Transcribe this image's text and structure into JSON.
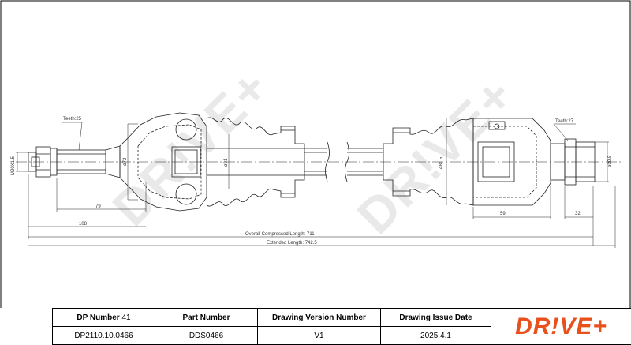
{
  "brand": {
    "logo_text": "DR!VE+",
    "accent_color": "#e8501c",
    "watermark_text": "DR!VE+"
  },
  "drawing": {
    "labels": {
      "thread_left": "M20X1.5",
      "teeth_left": "Teeth:25",
      "dia_shaft_left": "ø72",
      "dia_cv_left": "ø91",
      "dim_79": "79",
      "dim_108": "108",
      "overall_compressed": "Overall  Compressed  Length: 711",
      "extended": "Extended  Length: 742.5",
      "dia_boot_right": "ø81.5",
      "teeth_right": "Teeth:27",
      "dia_stub_right": "ø39.5",
      "dim_59": "59",
      "dim_32": "32"
    }
  },
  "title_block": {
    "headers": {
      "dp_number": "DP Number",
      "dp_number_suffix": "41",
      "part_number": "Part Number",
      "drawing_version": "Drawing Version Number",
      "issue_date": "Drawing Issue Date"
    },
    "values": {
      "dp_number": "DP2110.10.0466",
      "part_number": "DDS0466",
      "drawing_version": "V1",
      "issue_date": "2025.4.1"
    }
  }
}
